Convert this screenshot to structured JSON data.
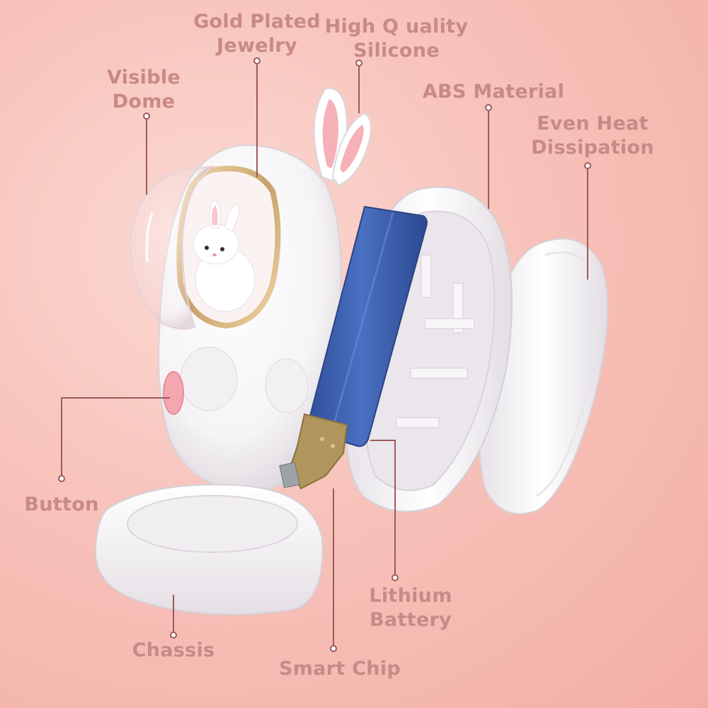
{
  "colors": {
    "label_text": "#c88a86",
    "leader_line": "#9e5a5a",
    "background": "#f7c2ba",
    "battery": "#3f63b0",
    "circuit_board": "#b0965c",
    "body": "#ffffff",
    "accent_pink": "#f4a7b0"
  },
  "labels": {
    "gold_plated_jewelry": [
      "Gold Plated",
      "Jewelry"
    ],
    "high_quality_silicone": [
      "High Q uality",
      "Silicone"
    ],
    "visible_dome": [
      "Visible",
      "Dome"
    ],
    "abs_material": [
      "ABS Material"
    ],
    "even_heat_dissipation": [
      "Even Heat",
      "Dissipation"
    ],
    "button": [
      "Button"
    ],
    "lithium_battery": [
      "Lithium",
      "Battery"
    ],
    "chassis": [
      "Chassis"
    ],
    "smart_chip": [
      "Smart Chip"
    ]
  },
  "product_illustration": {
    "subject": "exploded view of rabbit astronaut hand warmer",
    "parts": [
      "visible-dome",
      "rabbit-figurine",
      "rabbit-ears",
      "main-body",
      "pink-button",
      "lithium-battery",
      "smart-chip-board",
      "inner-shell",
      "back-cover",
      "chassis-base"
    ]
  }
}
